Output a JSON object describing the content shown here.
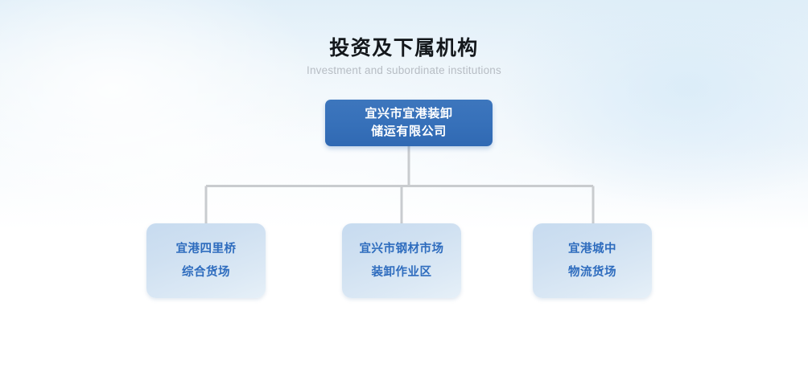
{
  "heading": {
    "title_cn": "投资及下属机构",
    "title_en": "Investment and subordinate institutions"
  },
  "colors": {
    "root_fill": "#3670b9",
    "root_text": "#ffffff",
    "child_fill": "#cfe0f1",
    "child_text": "#2e6cbe",
    "connector": "#c9cccf",
    "title_cn": "#14181c",
    "title_en": "#b7bdc4",
    "background_top": "#e2eef8",
    "background_bottom": "#ffffff"
  },
  "org_chart": {
    "type": "tree",
    "root": {
      "id": "root",
      "lines": [
        "宜兴市宜港装卸",
        "储运有限公司"
      ],
      "full_name": "宜兴市宜港装卸储运有限公司"
    },
    "children": [
      {
        "id": "child-0",
        "lines": [
          "宜港四里桥",
          "综合货场"
        ],
        "full_name": "宜港四里桥综合货场"
      },
      {
        "id": "child-1",
        "lines": [
          "宜兴市钢材市场",
          "装卸作业区"
        ],
        "full_name": "宜兴市钢材市场装卸作业区"
      },
      {
        "id": "child-2",
        "lines": [
          "宜港城中",
          "物流货场"
        ],
        "full_name": "宜港城中物流货场"
      }
    ]
  }
}
